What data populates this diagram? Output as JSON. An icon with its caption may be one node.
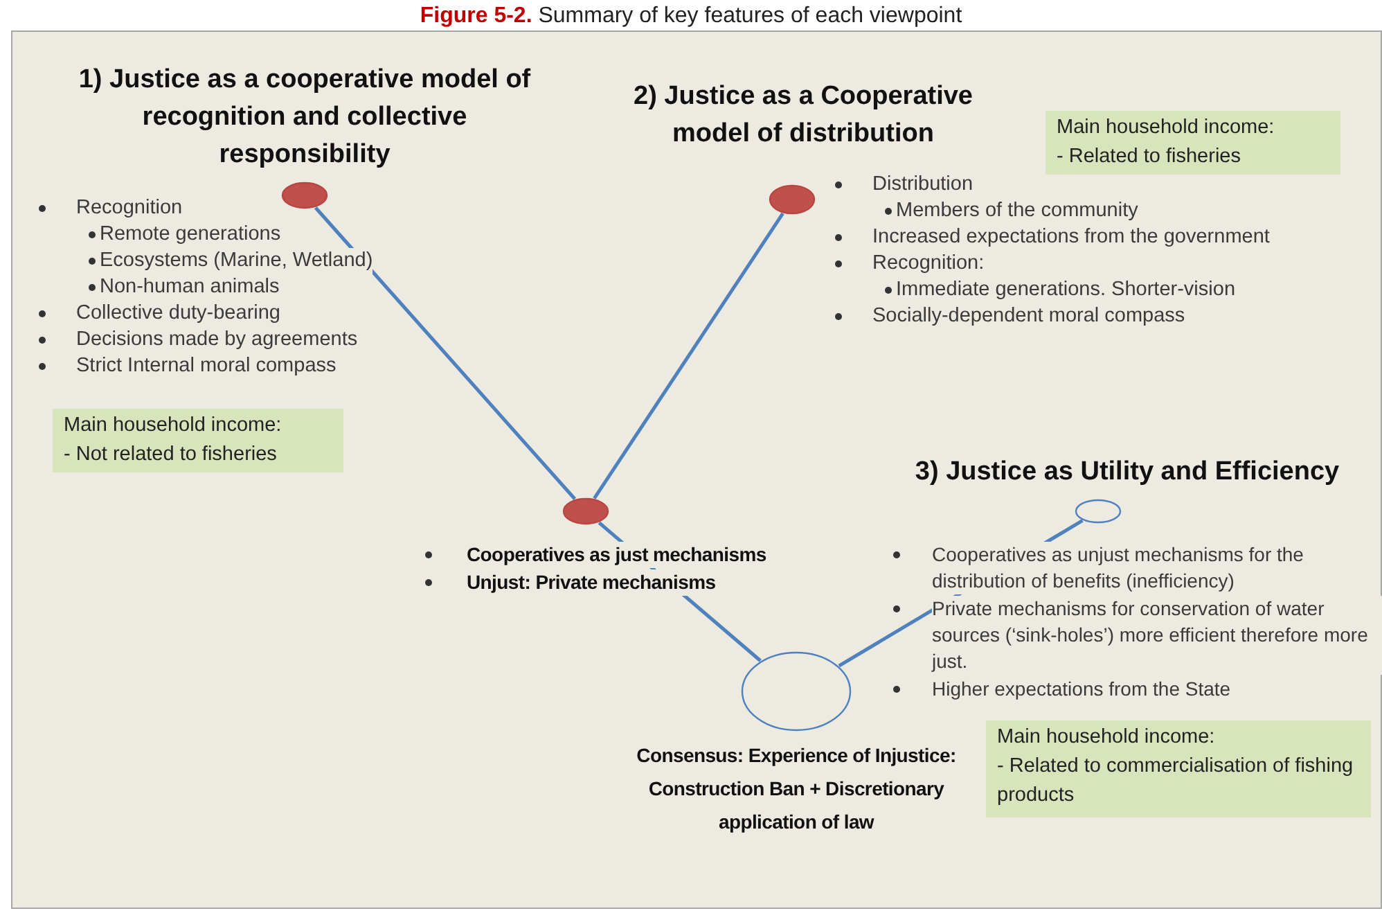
{
  "diagram": {
    "title": "**Figure 5-2.** Summary of key features of each viewpoint",
    "nodes": [
      {
        "text": [],
        "shape": "circle"
      },
      {
        "text": [],
        "shape": "circle"
      },
      {
        "text": [
          "Main household income:",
          "- Related to fisheries"
        ]
      },
      {
        "text": [
          "Main household income:",
          "- Not related to fisheries"
        ]
      },
      {
        "text": [],
        "shape": "circle"
      },
      {
        "text": [],
        "shape": "circle"
      },
      {
        "text": [
          "Main household income:",
          "- Related to commercialisation of fishing products"
        ]
      },
      {
        "text": [],
        "shape": "circle",
        "beside": [
          "Consensus: Experience of Injustice: Construction Ban + Discretionary application of law"
        ]
      }
    ],
    "edges": [
      {
        "from": 0,
        "to": 4,
        "arrow": "none"
      },
      {
        "from": 1,
        "to": 4,
        "arrow": "none"
      },
      {
        "from": 4,
        "to": 7,
        "arrow": "none"
      },
      {
        "from": 5,
        "to": 7,
        "arrow": "none"
      }
    ],
    "labels": [
      "1) Justice as a cooperative model of recognition and collective responsibility",
      "2) Justice as a Cooperative model of distribution",
      "Recognition",
      "Remote generations",
      "Ecosystems (Marine, Wetland)",
      "Non-human animals",
      "Collective duty-bearing",
      "Decisions made by agreements",
      "Strict Internal moral compass",
      "Distribution",
      "Members of the community",
      "Increased expectations from the government",
      "Recognition:",
      "Immediate generations. Shorter-vision",
      "Socially-dependent moral compass",
      "3) Justice as Utility and Efficiency",
      "Cooperatives as just mechanisms",
      "Unjust: Private mechanisms",
      "Cooperatives as unjust mechanisms for the distribution of benefits (inefficiency)",
      "Private mechanisms for conservation of water sources (‘sink-holes’) more efficient therefore more just.",
      "Higher expectations from the State"
    ]
  }
}
